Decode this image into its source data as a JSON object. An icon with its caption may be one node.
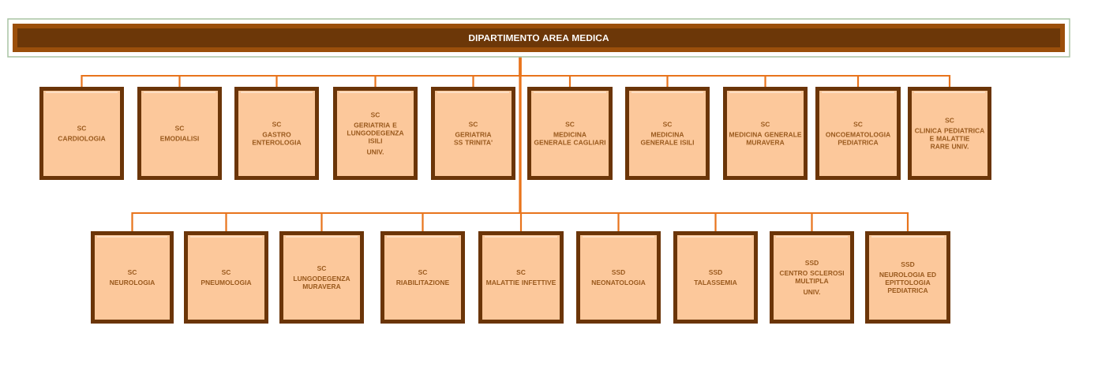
{
  "diagram": {
    "nodes": [
      {
        "text": [
          "DIPARTIMENTO AREA MEDICA"
        ]
      },
      {
        "text": [
          "SC",
          "CARDIOLOGIA"
        ]
      },
      {
        "text": [
          "SC",
          "EMODIALISI"
        ]
      },
      {
        "text": [
          "SC",
          "GASTRO ENTEROLOGIA"
        ]
      },
      {
        "text": [
          "SC",
          "GERIATRIA E LUNGODEGENZA ISILI",
          "UNIV."
        ]
      },
      {
        "text": [
          "SC",
          "GERIATRIA SS TRINITA'"
        ]
      },
      {
        "text": [
          "SC",
          "MEDICINA GENERALE CAGLIARI"
        ]
      },
      {
        "text": [
          "SC",
          "MEDICINA GENERALE ISILI"
        ]
      },
      {
        "text": [
          "SC",
          "MEDICINA GENERALE MURAVERA"
        ]
      },
      {
        "text": [
          "SC",
          "ONCOEMATOLOGIA PEDIATRICA"
        ]
      },
      {
        "text": [
          "SC",
          "CLINICA PEDIATRICA E MALATTIE RARE UNIV."
        ]
      },
      {
        "text": [
          "SC",
          "NEUROLOGIA"
        ]
      },
      {
        "text": [
          "SC",
          "PNEUMOLOGIA"
        ]
      },
      {
        "text": [
          "SC",
          "LUNGODEGENZA MURAVERA"
        ]
      },
      {
        "text": [
          "SC",
          "RIABILITAZIONE"
        ]
      },
      {
        "text": [
          "SC",
          "MALATTIE INFETTIVE"
        ]
      },
      {
        "text": [
          "SSD",
          "NEONATOLOGIA"
        ]
      },
      {
        "text": [
          "SSD",
          "TALASSEMIA"
        ]
      },
      {
        "text": [
          "SSD",
          "CENTRO SCLEROSI MULTIPLA",
          "UNIV."
        ]
      },
      {
        "text": [
          "SSD",
          "NEUROLOGIA ED EPITTOLOGIA PEDIATRICA"
        ]
      }
    ],
    "edges": [
      {
        "from": 0,
        "to": 1,
        "arrow": "none"
      },
      {
        "from": 0,
        "to": 2,
        "arrow": "none"
      },
      {
        "from": 0,
        "to": 3,
        "arrow": "none"
      },
      {
        "from": 0,
        "to": 4,
        "arrow": "none"
      },
      {
        "from": 0,
        "to": 5,
        "arrow": "none"
      },
      {
        "from": 0,
        "to": 6,
        "arrow": "none"
      },
      {
        "from": 0,
        "to": 7,
        "arrow": "none"
      },
      {
        "from": 0,
        "to": 8,
        "arrow": "none"
      },
      {
        "from": 0,
        "to": 9,
        "arrow": "none"
      },
      {
        "from": 0,
        "to": 10,
        "arrow": "none"
      },
      {
        "from": 0,
        "to": 11,
        "arrow": "none"
      },
      {
        "from": 0,
        "to": 12,
        "arrow": "none"
      },
      {
        "from": 0,
        "to": 13,
        "arrow": "none"
      },
      {
        "from": 0,
        "to": 14,
        "arrow": "none"
      },
      {
        "from": 0,
        "to": 15,
        "arrow": "none"
      },
      {
        "from": 0,
        "to": 16,
        "arrow": "none"
      },
      {
        "from": 0,
        "to": 17,
        "arrow": "none"
      },
      {
        "from": 0,
        "to": 18,
        "arrow": "none"
      },
      {
        "from": 0,
        "to": 19,
        "arrow": "none"
      }
    ]
  }
}
